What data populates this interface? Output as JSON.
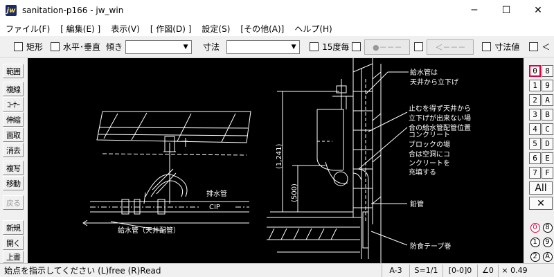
{
  "window": {
    "title": "sanitation-p166 - jw_win",
    "app_icon_text": "jw",
    "minimize_glyph": "─",
    "maximize_glyph": "☐",
    "close_glyph": "✕"
  },
  "menu": [
    {
      "id": "file",
      "label": "ファイル(F)"
    },
    {
      "id": "edit",
      "label": "[ 編集(E) ]"
    },
    {
      "id": "view",
      "label": "表示(V)"
    },
    {
      "id": "draw",
      "label": "[ 作図(D) ]"
    },
    {
      "id": "settings",
      "label": "設定(S)"
    },
    {
      "id": "other",
      "label": "[その他(A)]"
    },
    {
      "id": "help",
      "label": "ヘルプ(H)"
    }
  ],
  "toolbar": {
    "rect_label": "矩形",
    "hv_label": "水平･垂直",
    "tilt_label": "傾き",
    "tilt_value": "",
    "dim_label": "寸法",
    "dim_value": "",
    "deg15_label": "15度毎",
    "btn_dot_label": "●－－－",
    "btn_arrow_label": "＜－－－",
    "dimvalue_label": "寸法値",
    "lt_label": "＜",
    "dropdown_glyph": "▼"
  },
  "left_tools": [
    {
      "id": "range",
      "label": "範囲",
      "enabled": true
    },
    {
      "id": "multiline",
      "label": "複線",
      "enabled": true
    },
    {
      "id": "corner",
      "label": "ｺｰﾅｰ",
      "enabled": true
    },
    {
      "id": "stretch",
      "label": "伸縮",
      "enabled": true
    },
    {
      "id": "chamfer",
      "label": "面取",
      "enabled": true
    },
    {
      "id": "erase",
      "label": "消去",
      "enabled": true
    },
    {
      "id": "copy",
      "label": "複写",
      "enabled": true
    },
    {
      "id": "move",
      "label": "移動",
      "enabled": true
    },
    {
      "id": "undo",
      "label": "戻る",
      "enabled": false
    },
    {
      "id": "new",
      "label": "新規",
      "enabled": true
    },
    {
      "id": "open",
      "label": "開く",
      "enabled": true
    },
    {
      "id": "overwrite",
      "label": "上書",
      "enabled": true
    }
  ],
  "layer_buttons": {
    "left": [
      "0",
      "1",
      "2",
      "3",
      "4",
      "5",
      "6",
      "7"
    ],
    "right": [
      "8",
      "9",
      "A",
      "B",
      "C",
      "D",
      "E",
      "F"
    ],
    "active": "0",
    "all_label": "All",
    "close_label": "✕",
    "group_left": [
      "0",
      "1",
      "2"
    ],
    "group_right": [
      "8",
      "9",
      "A"
    ],
    "group_active": "0"
  },
  "drawing": {
    "colors": {
      "line": "#ffffff",
      "background": "#000000"
    },
    "labels": {
      "drain_pipe": "排水管",
      "cip": "CIP",
      "supply_ceiling": "給水管（天井配管）",
      "dim_1241": "(1,241)",
      "dim_500": "(500)",
      "note_supply_1": "給水管は",
      "note_supply_2": "天井から立下げ",
      "note_long_1": "止むを得ず天井から",
      "note_long_2": "立下げが出来ない場",
      "note_long_3": "合の給水管配管位置",
      "note_long_4": "コンクリート",
      "note_long_5": "ブロックの場",
      "note_long_6": "合は空洞にコ",
      "note_long_7": "ンクリートを",
      "note_long_8": "充填する",
      "lead_pipe": "鉛管",
      "tape": "防食テープ巻"
    }
  },
  "status": {
    "message": "始点を指示してください (L)free (R)Read",
    "paper": "A-3",
    "scale": "S=1/1",
    "layer": "[0-0]0",
    "angle": "∠0",
    "zoom": "× 0.49"
  }
}
